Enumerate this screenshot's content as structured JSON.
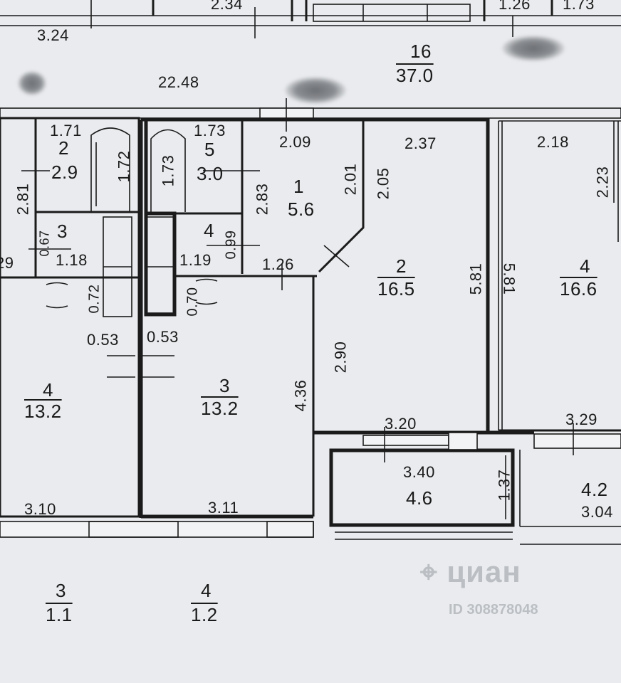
{
  "plan": {
    "top_dims": [
      "3.24",
      "2.34",
      "1.26",
      "1.73"
    ],
    "corridor": {
      "number": "16",
      "area": "37.0",
      "length": "22.48"
    },
    "left_unit": {
      "bath": {
        "number": "2",
        "area": "2.9",
        "w": "1.71",
        "h": "1.72",
        "side": "2.81"
      },
      "wc": {
        "number": "3",
        "area": "1.18",
        "a": "0.67",
        "b": "0.72"
      },
      "room": {
        "number": "4",
        "area": "13.2",
        "w": "3.10"
      },
      "door_gap": "0.53",
      "edge": "29"
    },
    "main_unit": {
      "bath": {
        "number": "5",
        "area": "3.0",
        "w": "1.73",
        "h": "1.73",
        "side": "2.83"
      },
      "wc": {
        "number": "4",
        "area": "1.19",
        "a": "0.99",
        "b": "0.70"
      },
      "hall": {
        "number": "1",
        "area": "5.6",
        "w": "2.09",
        "h": "2.01",
        "d": "1.26"
      },
      "kitchen": {
        "number": "2",
        "area": "16.5",
        "w": "2.37",
        "h": "2.05",
        "side": "5.81",
        "low": "2.90"
      },
      "room": {
        "number": "3",
        "area": "13.2",
        "w": "3.11",
        "h": "4.36"
      },
      "door_gap": "0.53",
      "balcony": {
        "label": "3.40",
        "area": "4.6",
        "w": "3.20",
        "h": "1.37"
      }
    },
    "right_unit": {
      "kitchen_w": "2.18",
      "kitchen_h": "2.23",
      "room": {
        "number": "4",
        "area": "16.6",
        "side": "5.81"
      },
      "balcony": {
        "area": "4.2",
        "w": "3.04",
        "top": "3.29"
      }
    },
    "lower": [
      {
        "number": "3",
        "area": "1.1"
      },
      {
        "number": "4",
        "area": "1.2"
      }
    ],
    "watermark": {
      "text": "циан",
      "id": "ID 308878048"
    }
  }
}
